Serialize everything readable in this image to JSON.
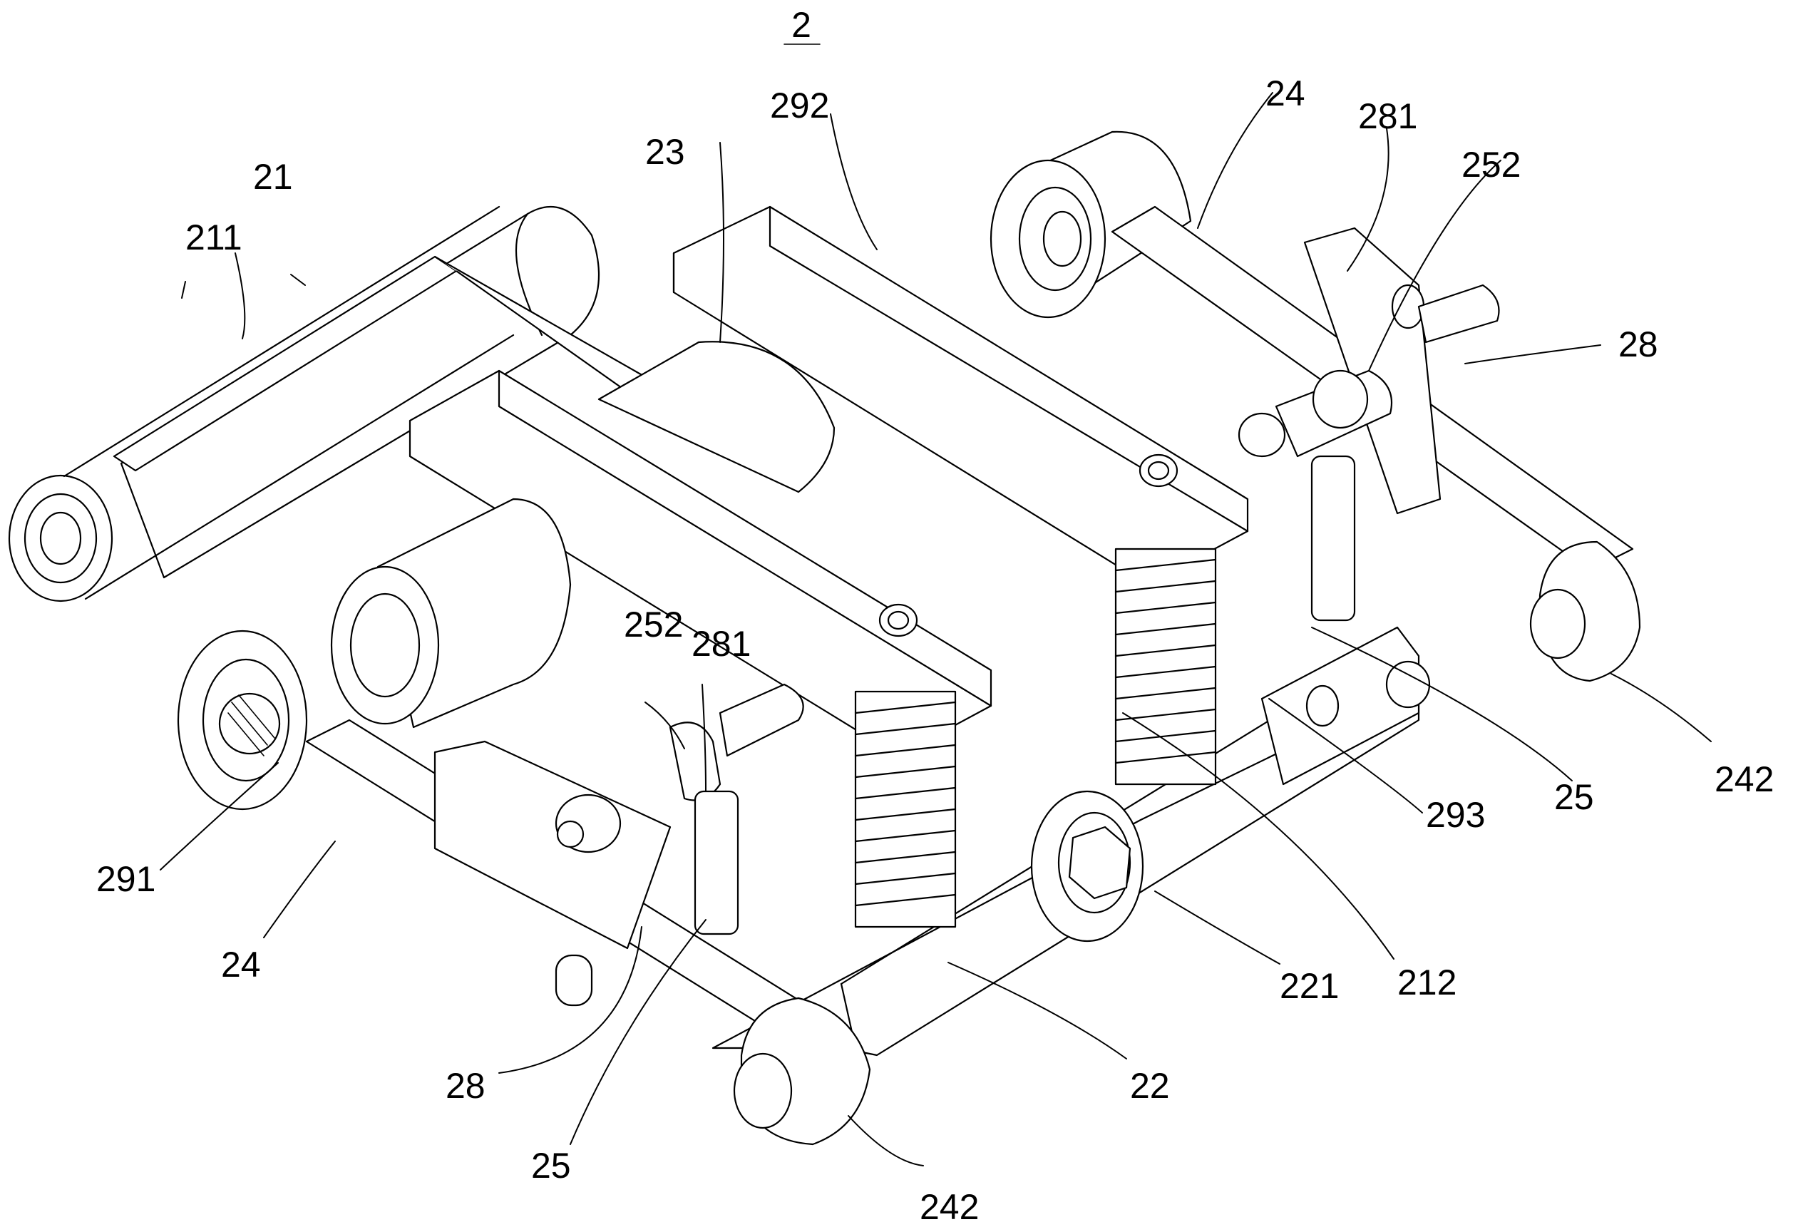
{
  "figure": {
    "number": "2"
  },
  "labels": {
    "l_21": "21",
    "l_211": "211",
    "l_23": "23",
    "l_292": "292",
    "l_24_top": "24",
    "l_281_top": "281",
    "l_252_top": "252",
    "l_28_right": "28",
    "l_252_mid": "252",
    "l_281_mid": "281",
    "l_291": "291",
    "l_24_bottom": "24",
    "l_28_bottom": "28",
    "l_25_bottom": "25",
    "l_242_bottom": "242",
    "l_22": "22",
    "l_221": "221",
    "l_212": "212",
    "l_293": "293",
    "l_25_right": "25",
    "l_242_right": "242"
  }
}
